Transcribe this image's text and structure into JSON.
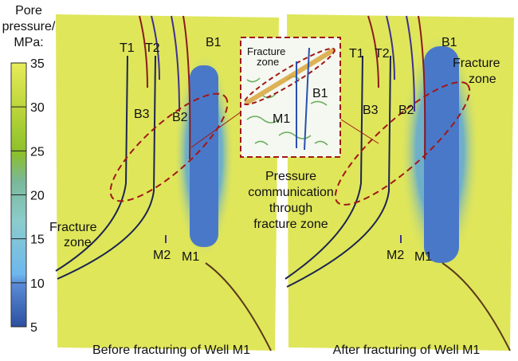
{
  "colorbar": {
    "title_lines": [
      "Pore",
      "pressure/",
      "MPa:"
    ],
    "ticks": [
      "35",
      "30",
      "25",
      "20",
      "15",
      "10",
      "5"
    ],
    "tick_values": [
      35,
      30,
      25,
      20,
      15,
      10,
      5
    ],
    "colors": [
      "#e8ec5a",
      "#b9d43a",
      "#8cc02a",
      "#7ab89a",
      "#8ccccc",
      "#6db8ee",
      "#5a8ad6",
      "#2b50a0"
    ]
  },
  "left_panel": {
    "caption": "Before fracturing of Well M1",
    "wells": [
      "T1",
      "T2",
      "B1",
      "B3",
      "B2",
      "M2",
      "M1"
    ],
    "fracture_label_lines": [
      "Fracture",
      "zone"
    ]
  },
  "right_panel": {
    "caption": "After fracturing of Well M1",
    "wells": [
      "T1",
      "T2",
      "B1",
      "B3",
      "B2",
      "M2",
      "M1"
    ],
    "fracture_label_lines": [
      "Fracture",
      "zone"
    ]
  },
  "inset": {
    "fracture_label_lines": [
      "Fracture",
      "zone"
    ],
    "wells": [
      "B1",
      "M1"
    ]
  },
  "annotation_lines": [
    "Pressure",
    "communication",
    "through",
    "fracture zone"
  ],
  "colors": {
    "field": "#dfe65a",
    "low_pressure": "#4a78c8",
    "fracture_outline": "#a01818"
  }
}
